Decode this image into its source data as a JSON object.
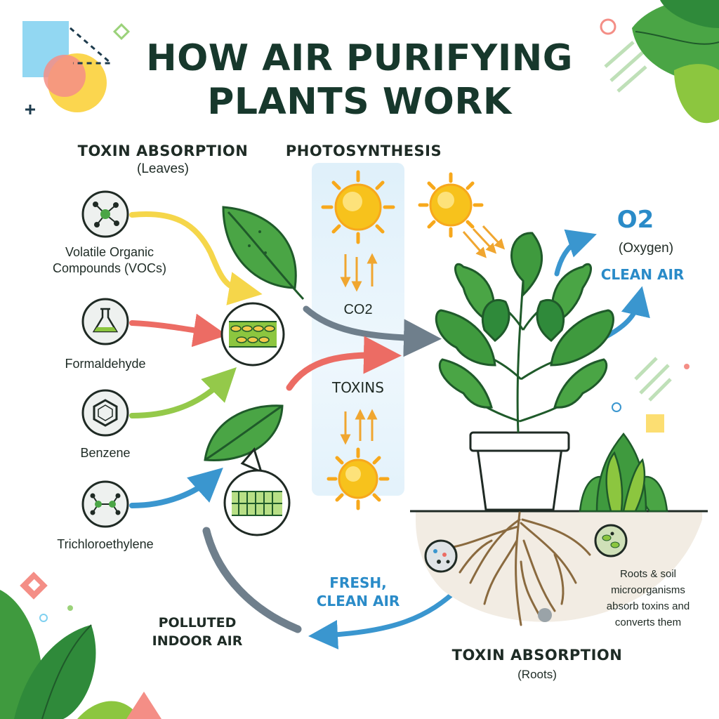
{
  "title": {
    "line1": "HOW AIR PURIFYING",
    "line2": "PLANTS WORK"
  },
  "leaves_section": {
    "heading": "TOXIN ABSORPTION",
    "subheading": "(Leaves)"
  },
  "photosynthesis": {
    "heading": "PHOTOSYNTHESIS",
    "co2": "CO2",
    "toxins": "TOXINS"
  },
  "toxins": [
    {
      "label_line1": "Volatile Organic",
      "label_line2": "Compounds (VOCs)",
      "icon": "molecule-icon"
    },
    {
      "label": "Formaldehyde",
      "icon": "flask-icon"
    },
    {
      "label": "Benzene",
      "icon": "benzene-ring-icon"
    },
    {
      "label": "Trichloroethylene",
      "icon": "molecule-icon"
    }
  ],
  "output": {
    "o2": "O2",
    "oxygen": "(Oxygen)",
    "clean_air": "CLEAN AIR"
  },
  "fresh_air": {
    "line1": "FRESH,",
    "line2": "CLEAN AIR"
  },
  "polluted_air": {
    "line1": "POLLUTED",
    "line2": "INDOOR AIR"
  },
  "roots_note": {
    "line1": "Roots & soil",
    "line2": "microorganisms",
    "line3": "absorb toxins and",
    "line4": "converts them"
  },
  "roots_section": {
    "heading": "TOXIN ABSORPTION",
    "subheading": "(Roots)"
  },
  "colors": {
    "title": "#17382c",
    "accent_blue": "#2a8bc8",
    "leaf_green": "#3f9a3e",
    "dark_green": "#1f5a2a",
    "sun_yellow": "#f7c21c",
    "arrow_orange": "#f0a630",
    "arrow_grey": "#6f7f8c",
    "arrow_red": "#ec6c64",
    "arrow_yellow": "#f5d64a",
    "arrow_green": "#94c94a"
  }
}
